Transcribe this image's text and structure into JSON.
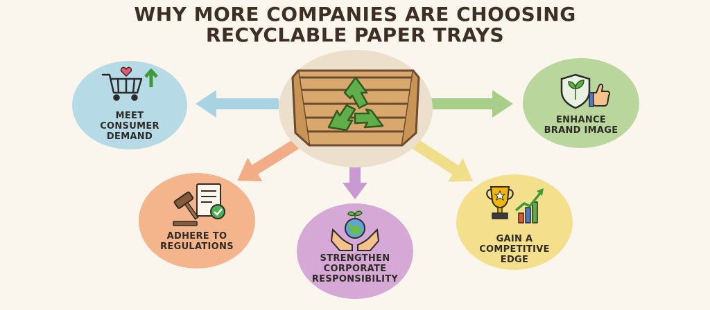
{
  "title": {
    "line1": "WHY MORE COMPANIES ARE CHOOSING",
    "line2": "RECYCLABLE PAPER TRAYS"
  },
  "center": {
    "icon": "recycle-paper-tray-icon"
  },
  "benefits": [
    {
      "label": "MEET\nCONSUMER\nDEMAND",
      "icon": "shopping-cart-heart-icon",
      "color": "#b6dbe6",
      "arrow_color": "#a8d3e3"
    },
    {
      "label": "ENHANCE\nBRAND IMAGE",
      "icon": "shield-thumbs-up-icon",
      "color": "#b9d69c",
      "arrow_color": "#a8cf8a"
    },
    {
      "label": "ADHERE TO\nREGULATIONS",
      "icon": "gavel-document-icon",
      "color": "#f4b48c",
      "arrow_color": "#f2ad86"
    },
    {
      "label": "STRENGTHEN\nCORPORATE\nRESPONSIBILITY",
      "icon": "hands-globe-icon",
      "color": "#d6a8d6",
      "arrow_color": "#c99ad1"
    },
    {
      "label": "GAIN A\nCOMPETITIVE\nEDGE",
      "icon": "trophy-growth-chart-icon",
      "color": "#f4e08c",
      "arrow_color": "#f1de8a"
    }
  ]
}
